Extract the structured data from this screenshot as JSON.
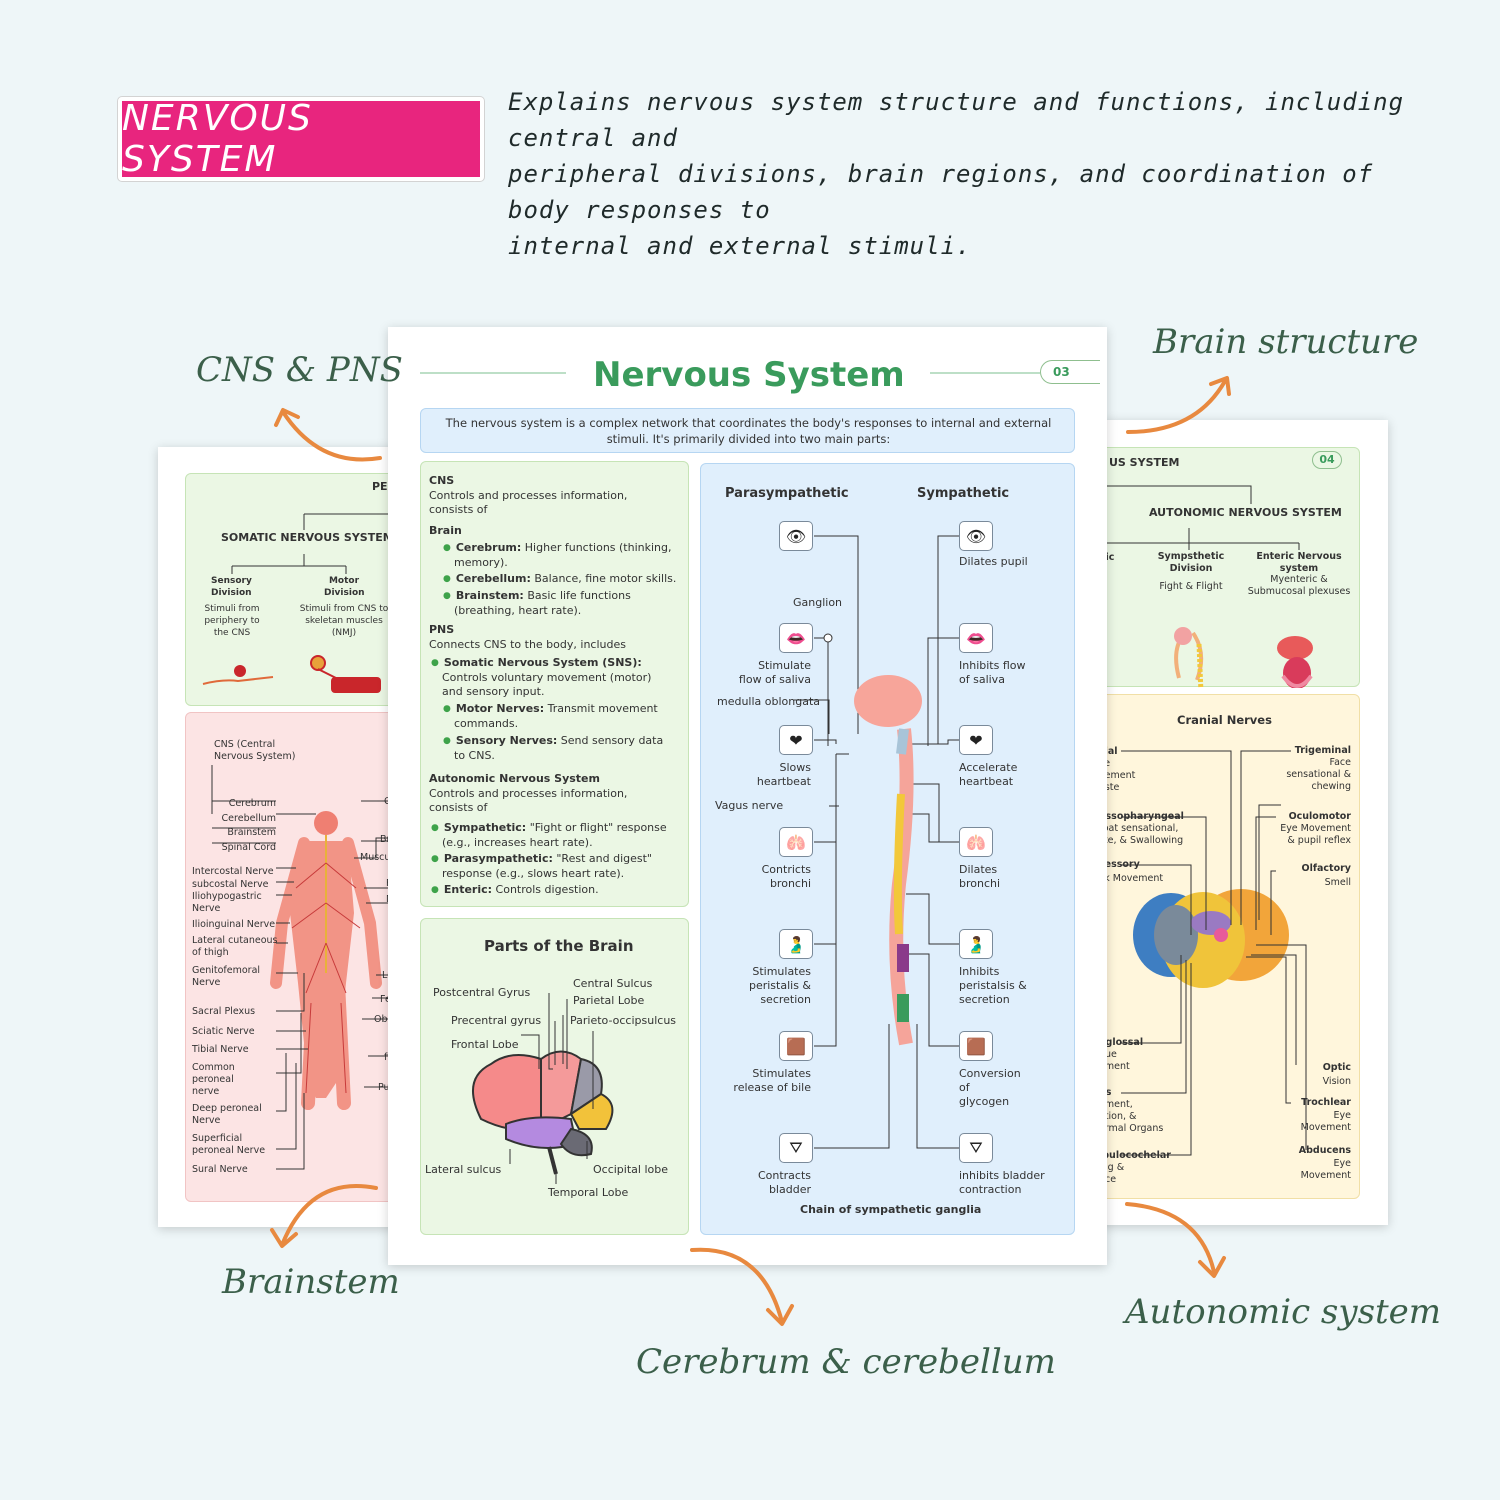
{
  "header": {
    "badge": "NERVOUS SYSTEM",
    "description_lines": [
      "Explains nervous system structure and functions, including central and",
      "peripheral divisions, brain regions, and coordination of body responses to",
      "internal and external stimuli."
    ]
  },
  "callouts": {
    "cns_pns": "CNS & PNS",
    "brain_structure": "Brain structure",
    "brainstem": "Brainstem",
    "cerebrum": "Cerebrum & cerebellum",
    "autonomic": "Autonomic system"
  },
  "colors": {
    "badge": "#e8257e",
    "arrow": "#e8893f",
    "callout_text": "#3b5f4a",
    "title_green": "#3a9b5c"
  },
  "left_page": {
    "header_fragment": "PER",
    "somatic": {
      "title": "SOMATIC NERVOUS SYSTEM",
      "sensory_title": [
        "Sensory",
        "Division"
      ],
      "sensory_desc": [
        "Stimuli from",
        "periphery to",
        "the CNS"
      ],
      "motor_title": [
        "Motor",
        "Division"
      ],
      "motor_desc": [
        "Stimuli from CNS to",
        "skeletan muscles",
        "(NMJ)"
      ]
    },
    "body": {
      "cns_label": [
        "CNS (Central",
        "Nervous System)"
      ],
      "cns_items": [
        "Cerebrum",
        "Cerebellum",
        "Brainstem",
        "Spinal Cord"
      ],
      "left_labels": [
        [
          "Intercostal Nerve"
        ],
        [
          "subcostal Nerve"
        ],
        [
          "Iliohypogastric",
          "Nerve"
        ],
        [
          "Ilioinguinal Nerve"
        ],
        [
          "Lateral cutaneous",
          "of thigh"
        ],
        [
          "Genitofemoral",
          "Nerve"
        ],
        [
          "Sacral Plexus"
        ],
        [
          "Sciatic Nerve"
        ],
        [
          "Tibial Nerve"
        ],
        [
          "Common",
          "peroneal",
          "nerve"
        ],
        [
          "Deep peroneal",
          "Nerve"
        ],
        [
          "Superficial",
          "peroneal Nerve"
        ],
        [
          "Sural Nerve"
        ]
      ],
      "right_fragments": [
        "C",
        "Br",
        "Muscu",
        "F",
        "M",
        "Lu",
        "Fe",
        "Ob",
        "fi",
        "Pu"
      ]
    }
  },
  "center_page": {
    "title": "Nervous System",
    "page_num": "03",
    "intro": [
      "The nervous system is a complex network that coordinates the body's responses to internal and external",
      "stimuli. It's primarily divided into two main parts:"
    ],
    "cns_title": "CNS",
    "cns_desc": [
      "Controls and processes information,",
      "consists of"
    ],
    "brain_title": "Brain",
    "brain_items": [
      {
        "k": "Cerebrum:",
        "v": [
          "Higher functions (thinking,",
          "memory)."
        ]
      },
      {
        "k": "Cerebellum:",
        "v": [
          "Balance, fine motor skills."
        ]
      },
      {
        "k": "Brainstem:",
        "v": [
          "Basic life functions",
          "(breathing, heart rate)."
        ]
      }
    ],
    "pns_title": "PNS",
    "pns_desc": "Connects CNS to the body, includes",
    "sns": {
      "k": "Somatic Nervous System (SNS):",
      "v": [
        "Controls voluntary movement (motor)",
        "and sensory input."
      ]
    },
    "sns_sub": [
      {
        "k": "Motor Nerves:",
        "v": [
          "Transmit movement",
          "commands."
        ]
      },
      {
        "k": "Sensory Nerves:",
        "v": [
          "Send sensory data",
          "to CNS."
        ]
      }
    ],
    "ans_title": "Autonomic Nervous System",
    "ans_desc": [
      "Controls and processes information,",
      "consists of"
    ],
    "ans_items": [
      {
        "k": "Sympathetic:",
        "v": [
          "\"Fight or flight\" response",
          "(e.g., increases heart rate)."
        ]
      },
      {
        "k": "Parasympathetic:",
        "v": [
          "\"Rest and digest\"",
          "response (e.g., slows heart rate)."
        ]
      },
      {
        "k": "Enteric:",
        "v": [
          "Controls digestion."
        ]
      }
    ],
    "brain_parts": {
      "title": "Parts of the Brain",
      "labels": [
        "Postcentral Gyrus",
        "Precentral gyrus",
        "Frontal Lobe",
        "Central Sulcus",
        "Parietal Lobe",
        "Parieto-occipsulcus",
        "Lateral sulcus",
        "Occipital lobe",
        "Temporal Lobe"
      ]
    },
    "ans_chart": {
      "para_title": "Parasympathetic",
      "symp_title": "Sympathetic",
      "ganglion": "Ganglion",
      "medulla": "medulla oblongata",
      "vagus": "Vagus nerve",
      "chain": "Chain of sympathetic ganglia",
      "left": [
        {
          "icon": "👁",
          "name": "eye-icon",
          "text": []
        },
        {
          "icon": "👄",
          "name": "salivary-icon",
          "text": [
            "Stimulate",
            "flow of saliva"
          ]
        },
        {
          "icon": "❤",
          "name": "heart-icon",
          "text": [
            "Slows",
            "heartbeat"
          ]
        },
        {
          "icon": "🫁",
          "name": "lungs-icon",
          "text": [
            "Contricts",
            "bronchi"
          ]
        },
        {
          "icon": "🫃",
          "name": "stomach-icon",
          "text": [
            "Stimulates",
            "peristalis &",
            "secretion"
          ]
        },
        {
          "icon": "🟫",
          "name": "liver-icon",
          "text": [
            "Stimulates",
            "release of bile"
          ]
        },
        {
          "icon": "⛛",
          "name": "bladder-icon",
          "text": [
            "Contracts",
            "bladder"
          ]
        }
      ],
      "right": [
        {
          "icon": "👁",
          "name": "eye-icon",
          "text": [
            "Dilates pupil"
          ]
        },
        {
          "icon": "👄",
          "name": "salivary-icon",
          "text": [
            "Inhibits flow",
            "of saliva"
          ]
        },
        {
          "icon": "❤",
          "name": "heart-icon",
          "text": [
            "Accelerate",
            "heartbeat"
          ]
        },
        {
          "icon": "🫁",
          "name": "lungs-icon",
          "text": [
            "Dilates",
            "bronchi"
          ]
        },
        {
          "icon": "🫃",
          "name": "stomach-icon",
          "text": [
            "Inhibits",
            "peristalsis &",
            "secretion"
          ]
        },
        {
          "icon": "🟫",
          "name": "liver-icon",
          "text": [
            "Conversion",
            "of",
            "glycogen"
          ]
        },
        {
          "icon": "⛛",
          "name": "bladder-icon",
          "text": [
            "inhibits bladder",
            "contraction"
          ]
        }
      ]
    }
  },
  "right_page": {
    "header_fragment": "US SYSTEM",
    "page_num": "04",
    "ans_title": "AUTONOMIC NERVOUS SYSTEM",
    "col1": [
      "tic",
      "t"
    ],
    "symp": {
      "title": [
        "Sympsthetic",
        "Division"
      ],
      "desc": "Fight & Flight"
    },
    "enteric": {
      "title": [
        "Enteric Nervous",
        "system"
      ],
      "desc": [
        "Myenteric &",
        "Submucosal plexuses"
      ]
    },
    "cranial_title": "Cranial Nerves",
    "left_nerves": [
      {
        "name": "cial",
        "desc": [
          "ce",
          "vement",
          "aste"
        ]
      },
      {
        "name": "ossopharyngeal",
        "desc": [
          "roat sensational,",
          "ste, & Swallowing"
        ]
      },
      {
        "name": "cessory",
        "desc": [
          "ck Movement"
        ]
      },
      {
        "name": "oglossal",
        "desc": [
          "gue",
          "ement"
        ]
      },
      {
        "name": "us",
        "desc": [
          "ement,",
          "ation, &",
          "ormal Organs"
        ]
      },
      {
        "name": "ibulocochelar",
        "desc": [
          "ing &",
          "nce"
        ]
      }
    ],
    "right_nerves": [
      {
        "name": "Trigeminal",
        "desc": [
          "Face",
          "sensational &",
          "chewing"
        ]
      },
      {
        "name": "Oculomotor",
        "desc": [
          "Eye Movement",
          "& pupil reflex"
        ]
      },
      {
        "name": "Olfactory",
        "desc": [
          "Smell"
        ]
      },
      {
        "name": "Optic",
        "desc": [
          "Vision"
        ]
      },
      {
        "name": "Trochlear",
        "desc": [
          "Eye",
          "Movement"
        ]
      },
      {
        "name": "Abducens",
        "desc": [
          "Eye",
          "Movement"
        ]
      }
    ]
  }
}
